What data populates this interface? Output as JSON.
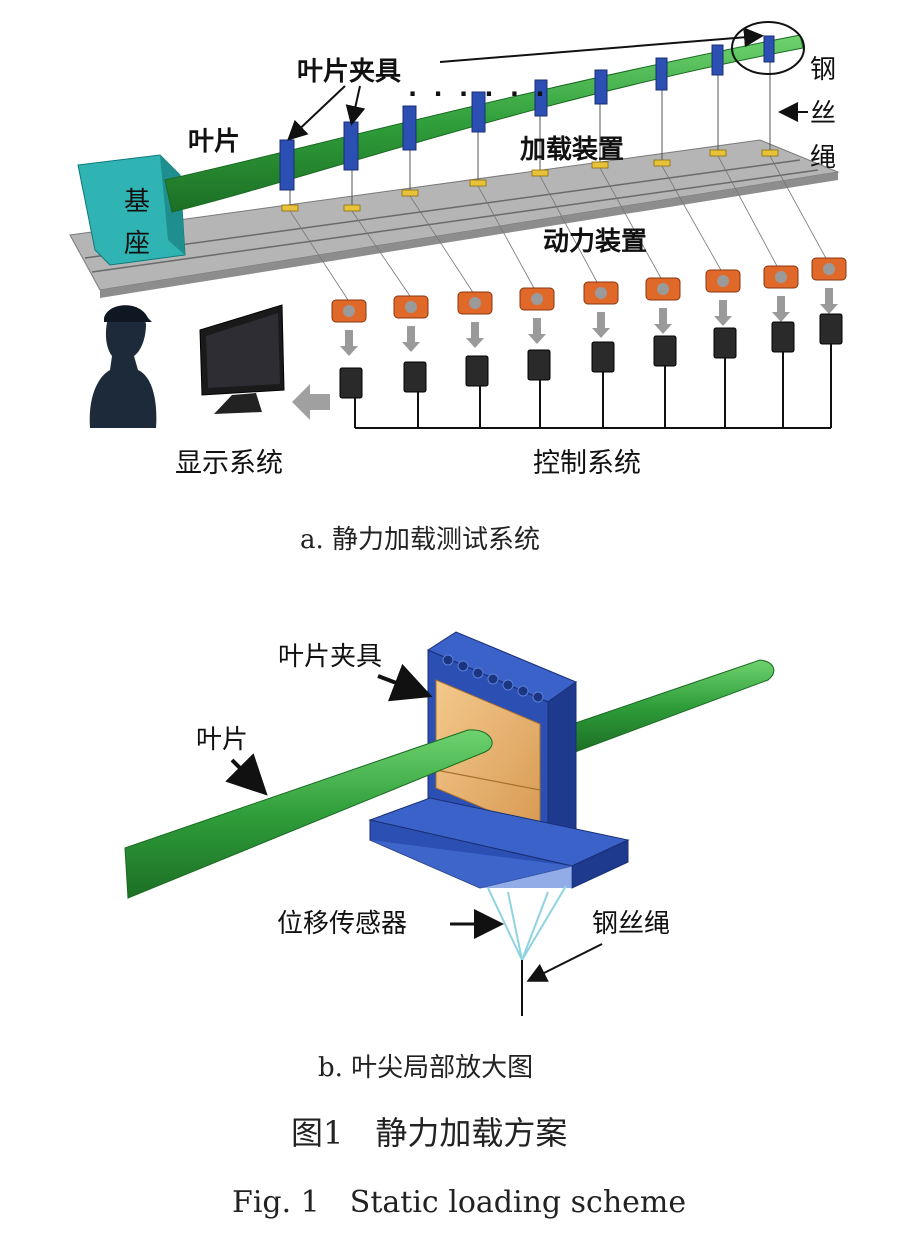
{
  "part_a": {
    "labels": {
      "blade_clamp": "叶片夹具",
      "blade": "叶片",
      "dots": "· · · · · ·",
      "loading_device": "加载装置",
      "wire_rope_v1": "钢",
      "wire_rope_v2": "丝",
      "wire_rope_v3": "绳",
      "base_v1": "基",
      "base_v2": "座",
      "power_device": "动力装置",
      "display_system": "显示系统",
      "control_system": "控制系统"
    },
    "caption": "a. 静力加载测试系统"
  },
  "part_b": {
    "labels": {
      "blade_clamp": "叶片夹具",
      "blade": "叶片",
      "displacement_sensor": "位移传感器",
      "wire_rope": "钢丝绳"
    },
    "caption": "b. 叶尖局部放大图"
  },
  "figure": {
    "title_cn": "图1　静力加载方案",
    "title_en": "Fig. 1　Static loading scheme"
  },
  "colors": {
    "blade_green": "#2f9e3a",
    "base_cyan": "#2fb3b3",
    "clamp_blue": "#2b4fb3",
    "platform_gray": "#a9a9a9",
    "motor_orange": "#e0692a"
  }
}
